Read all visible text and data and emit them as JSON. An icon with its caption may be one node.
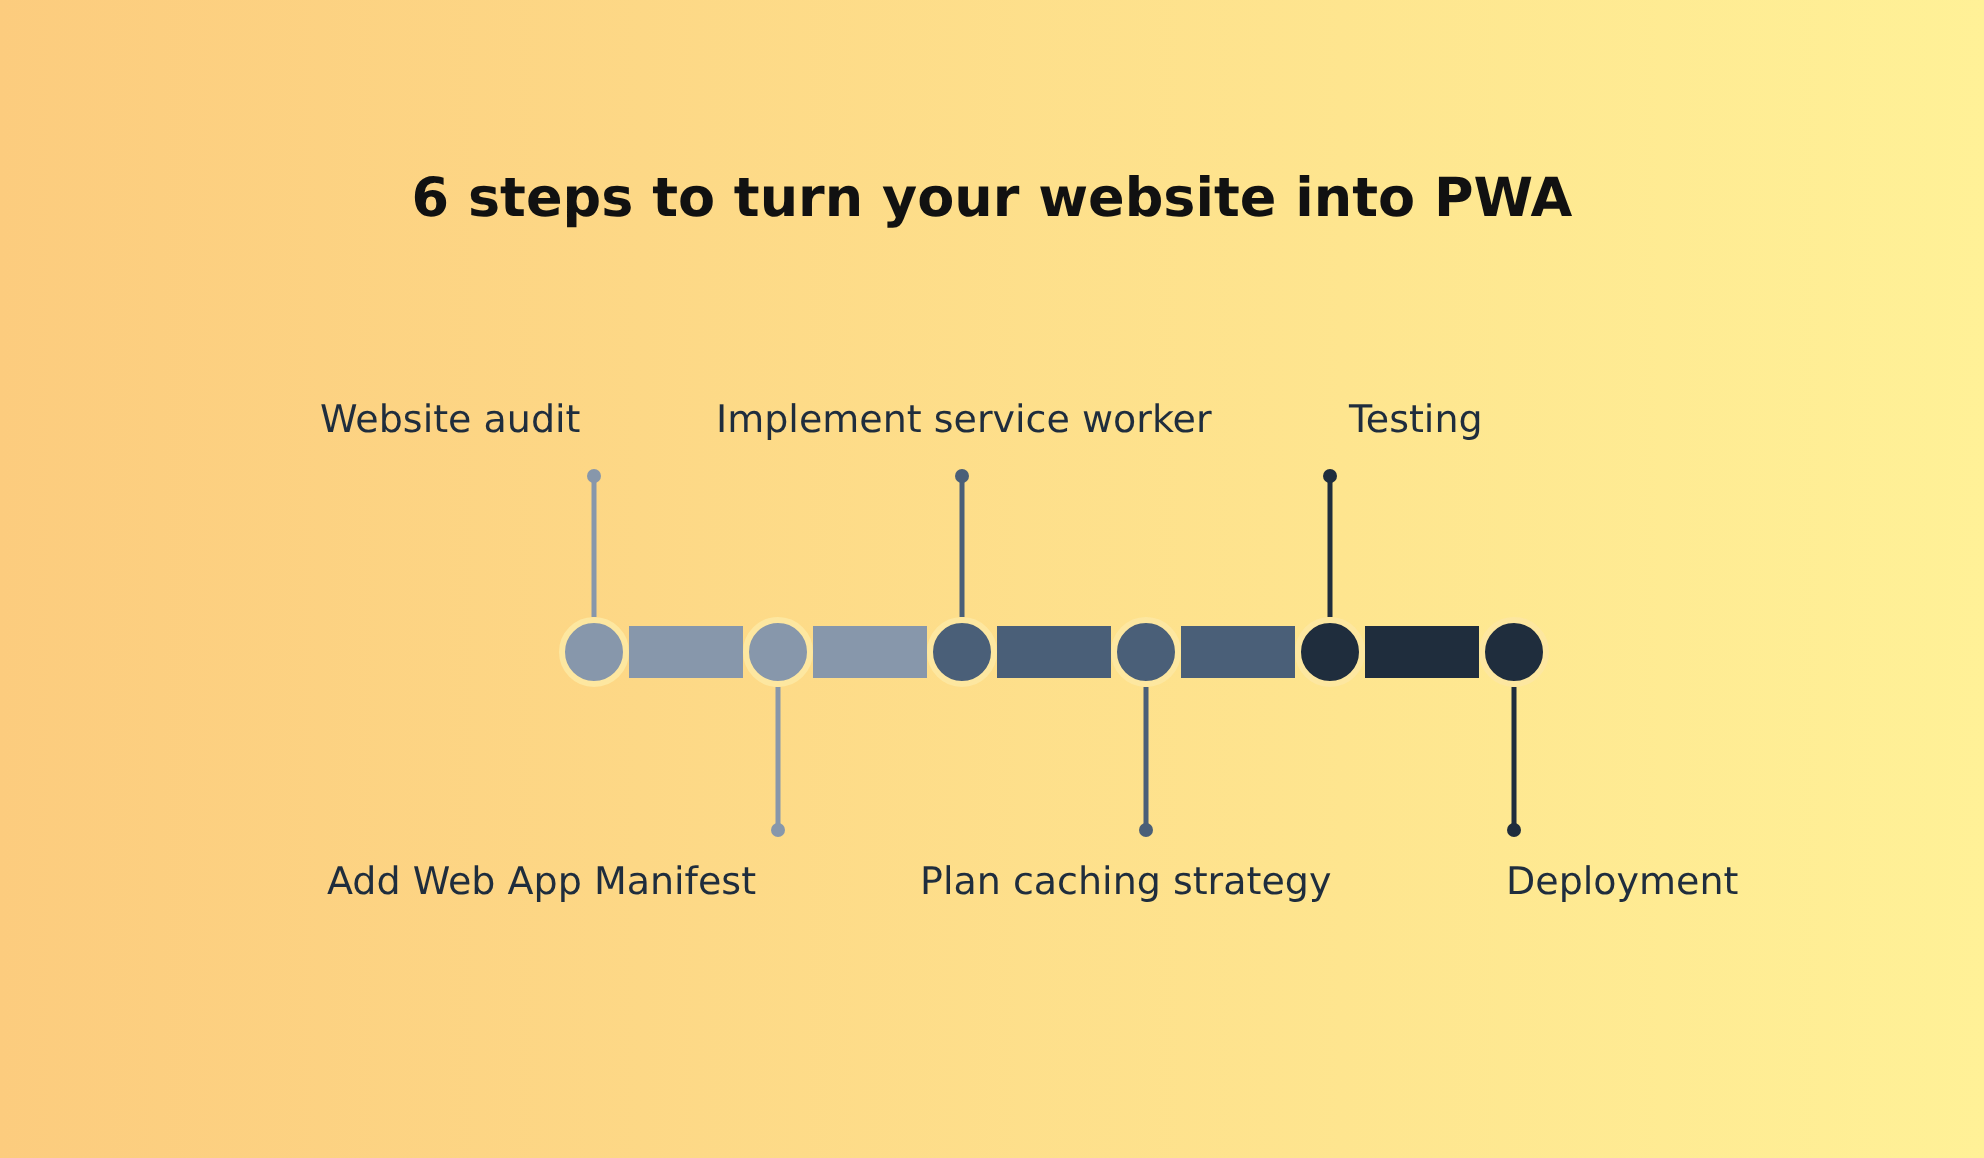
{
  "diagram": {
    "title": "6 steps to turn your website into PWA",
    "nodes": [
      {
        "text": [
          "Website audit"
        ]
      },
      {
        "text": [
          "Implement service worker"
        ]
      },
      {
        "text": [
          "Testing"
        ]
      },
      {
        "text": [],
        "shape": "circle"
      },
      {
        "text": [],
        "shape": "circle"
      },
      {
        "text": [],
        "shape": "circle"
      },
      {
        "text": [],
        "shape": "circle"
      },
      {
        "text": [],
        "shape": "circle"
      },
      {
        "text": [],
        "shape": "circle"
      },
      {
        "text": [
          "Add Web App Manifest"
        ]
      },
      {
        "text": [
          "Plan caching strategy"
        ]
      },
      {
        "text": [
          "Deployment"
        ]
      }
    ],
    "edges": [
      {
        "from": 3,
        "to": 4,
        "arrow": "none",
        "style": "thick",
        "color": "#8797ab"
      },
      {
        "from": 4,
        "to": 5,
        "arrow": "none",
        "style": "thick",
        "color": "#8797ab"
      },
      {
        "from": 5,
        "to": 6,
        "arrow": "none",
        "style": "thick",
        "color": "#4a5f78"
      },
      {
        "from": 6,
        "to": 7,
        "arrow": "none",
        "style": "thick",
        "color": "#4a5f78"
      },
      {
        "from": 7,
        "to": 8,
        "arrow": "none",
        "style": "thick",
        "color": "#1f2d3d"
      },
      {
        "from": 0,
        "to": 3,
        "arrow": "other",
        "color": "#8797ab"
      },
      {
        "from": 1,
        "to": 5,
        "arrow": "other",
        "color": "#4a5f78"
      },
      {
        "from": 2,
        "to": 7,
        "arrow": "other",
        "color": "#1f2d3d"
      },
      {
        "from": 9,
        "to": 4,
        "arrow": "other",
        "color": "#8797ab"
      },
      {
        "from": 10,
        "to": 6,
        "arrow": "other",
        "color": "#4a5f78"
      },
      {
        "from": 11,
        "to": 8,
        "arrow": "other",
        "color": "#1f2d3d"
      }
    ]
  }
}
